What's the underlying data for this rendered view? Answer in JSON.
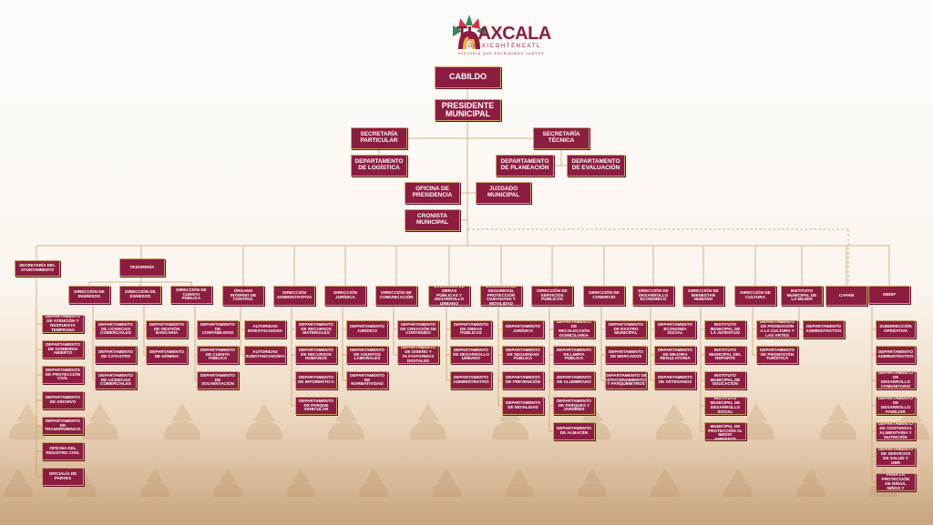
{
  "brand": {
    "name": "TLAXCALA",
    "sub": "DE XICOHTÉNCATL",
    "tagline": "HISTORIA QUE ESCRIBIMOS JUNTOS"
  },
  "colors": {
    "box": "#8c1d40",
    "line": "#c9a26a",
    "border": "#c9a26a"
  },
  "top": {
    "cabildo": "CABILDO",
    "presidente": "PRESIDENTE MUNICIPAL",
    "sec_particular": "SECRETARÍA PARTICULAR",
    "sec_tecnica": "SECRETARÍA TÉCNICA",
    "dep_logistica": "DEPARTAMENTO DE LOGÍSTICA",
    "dep_planeacion": "DEPARTAMENTO DE PLANEACIÓN",
    "dep_evaluacion": "DEPARTAMENTO DE EVALUACIÓN",
    "oficina_presidencia": "OFICINA DE PRESIDENCIA",
    "juzgado": "JUZGADO MUNICIPAL",
    "cronista": "CRONISTA MUNICIPAL"
  },
  "secretaria": {
    "title": "SECRETARÍA DEL AYUNTAMIENTO",
    "children": [
      "DEPARTAMENTO DE ATENCIÓN Y RESPUESTA TEMPRANA",
      "DEPARTAMENTO DE GOBIERNO ABIERTO",
      "DEPARTAMENTO DE PROTECCIÓN CIVIL",
      "DEPARTAMENTO DE ARCHIVO",
      "DEPARTAMENTO DE TRANSPARENCIA",
      "OFICINA DEL REGISTRO CIVIL",
      "OFICIALÍA DE PARTES"
    ]
  },
  "tesoreria": {
    "title": "TESORERÍA",
    "units": [
      {
        "title": "DIRECCIÓN DE INGRESOS",
        "children": [
          "DEPARTAMENTO DE LICENCIAS COMERCIALES",
          "DEPARTAMENTO DE CATASTRO",
          "DEPARTAMENTO DE LICENCIAS COMERCIALES"
        ]
      },
      {
        "title": "DIRECCIÓN DE EGRESOS",
        "children": [
          "DEPARTAMENTO DE GESTIÓN BANCARIA",
          "DEPARTAMENTO DE NÓMINA"
        ]
      },
      {
        "title": "DIRECCIÓN DE CUENTA PÚBLICA",
        "children": [
          "DEPARTAMENTO DE CONTABILIDAD",
          "DEPARTAMENTO DE CUENTA PÚBLICA",
          "DEPARTAMENTO DE SOLVENTACIÓN"
        ]
      }
    ]
  },
  "units": [
    {
      "title": "ÓRGANO INTERNO DE CONTROL",
      "children": [
        "AUTORIDAD INVESTIGADORA",
        "AUTORIDAD SUBSTANCIADORA"
      ]
    },
    {
      "title": "DIRECCIÓN ADMINISTRATIVA",
      "children": [
        "DEPARTAMENTO DE RECURSOS MATERIALES",
        "DEPARTAMENTO DE RECURSOS HUMANOS",
        "DEPARTAMENTO DE INFORMÁTICA",
        "DEPARTAMENTO DE PARQUE VEHICULAR"
      ]
    },
    {
      "title": "DIRECCIÓN JURÍDICA",
      "children": [
        "DEPARTAMENTO JURÍDICO",
        "DEPARTAMENTO DE ASUNTOS LABORALES",
        "DEPARTAMENTO DE NORMATIVIDAD"
      ]
    },
    {
      "title": "DIRECCIÓN DE COMUNICACIÓN",
      "children": [
        "DEPARTAMENTO DE CREACIÓN DE CONTENIDO",
        "DEPARTAMENTO DE DISEÑO Y PLATAFORMAS DIGITALES"
      ]
    },
    {
      "title": "DIRECCIÓN DE OBRAS PÚBLICAS Y DESARROLLO URBANO",
      "children": [
        "DEPARTAMENTO DE OBRAS PÚBLICAS",
        "DEPARTAMENTO DE DESARROLLO URBANO",
        "DEPARTAMENTO ADMINISTRATIVO"
      ]
    },
    {
      "title": "DIRECCIÓN DE SEGURIDAD, PROTECCIÓN CIUDADANA Y MOVILIDAD",
      "children": [
        "DEPARTAMENTO JURÍDICO",
        "DEPARTAMENTO DE SEGURIDAD PÚBLICA",
        "DEPARTAMENTO DE PREVENCIÓN",
        "DEPARTAMENTO DE MOVILIDAD"
      ]
    },
    {
      "title": "DIRECCIÓN DE SERVICIOS PÚBLICOS",
      "children": [
        "DEPARTAMENTO DE RECOLECCIÓN DOMICILIARIA",
        "DEPARTAMENTO DE LIMPIA PÚBLICA",
        "DEPARTAMENTO DE ALUMBRADO",
        "DEPARTAMENTO DE PARQUES Y JARDINES",
        "DEPARTAMENTO DE ALMACÉN"
      ]
    },
    {
      "title": "DIRECCIÓN DE COMERCIO",
      "children": [
        "DEPARTAMENTO DE RASTRO MUNICIPAL",
        "DEPARTAMENTO DE MERCADOS",
        "DEPARTAMENTO DE ESTACIONAMIENTOS Y PARQUÍMETROS"
      ]
    },
    {
      "title": "DIRECCIÓN DE DESARROLLO ECONÓMICO",
      "children": [
        "DEPARTAMENTO ECONOMÍA SOCIAL",
        "DEPARTAMENTO DE MEJORA REGULATORIA",
        "DEPARTAMENTO DE ARTESANOS"
      ]
    },
    {
      "title": "DIRECCIÓN DE BIENESTAR HUMANO",
      "children": [
        "INSTITUTO MUNICIPAL DE LA JUVENTUD",
        "INSTITUTO MUNICIPAL DEL DEPORTE",
        "INSTITUTO MUNICIPAL DE EDUCACIÓN",
        "INSTITUTO MUNICIPAL DE DESARROLLO SOCIAL",
        "UNIDAD MUNICIPAL DE PROTECCIÓN AL MEDIO AMBIENTE"
      ]
    },
    {
      "title": "DIRECCIÓN DE CULTURA",
      "children": [
        "DEPARTAMENTO DE PROMOCIÓN A LA CULTURA Y LAS ARTES",
        "DEPARTAMENTO DE PROMOCIÓN TURÍSTICA"
      ]
    },
    {
      "title": "INSTITUTO MUNICIPAL DE LA MUJER",
      "children": [
        "DEPARTAMENTO ADMINISTRATIVO"
      ]
    },
    {
      "title": "CAPAM",
      "children": []
    }
  ],
  "smdif": {
    "title": "SMDIF",
    "children": [
      "SUBDIRECCIÓN OPERATIVA",
      "DEPARTAMENTO ADMINISTRATIVO",
      "DEPARTAMENTO DE DESARROLLO COMUNITARIO",
      "DEPARTAMENTO DE DESARROLLO FAMILIAR",
      "DEPARTAMENTO DE ASISTENCIA ALIMENTARIA Y NUTRICIÓN",
      "DEPARTAMENTO DE SERVICIOS DE SALUD Y UBR",
      "DEPARTAMENTO PARA LA PROTECCIÓN DE NIÑAS, NIÑOS Y ADOLESCENTES"
    ]
  }
}
